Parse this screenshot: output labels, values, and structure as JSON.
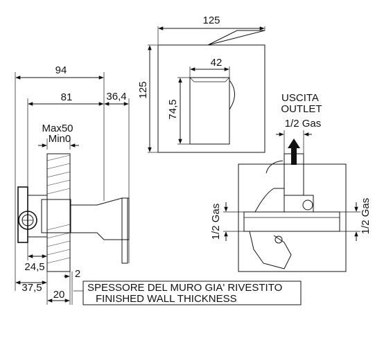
{
  "dims": {
    "front_width": "125",
    "front_height": "125",
    "handle_width": "42",
    "handle_height": "74,5",
    "side_total": "94",
    "side_body": "81",
    "side_protrusion": "36,4",
    "max_label": "Max50",
    "min_label": "Min0",
    "depth_245": "24,5",
    "plate_2": "2",
    "depth_375": "37,5",
    "plate_20": "20"
  },
  "outlet": {
    "line1": "USCITA",
    "line2": "OUTLET",
    "line3": "1/2 Gas"
  },
  "inlets": {
    "left": "1/2 Gas",
    "right": "1/2 Gas"
  },
  "note": {
    "line1": "SPESSORE DEL MURO GIA' RIVESTITO",
    "line2": "FINISHED WALL THICKNESS"
  }
}
